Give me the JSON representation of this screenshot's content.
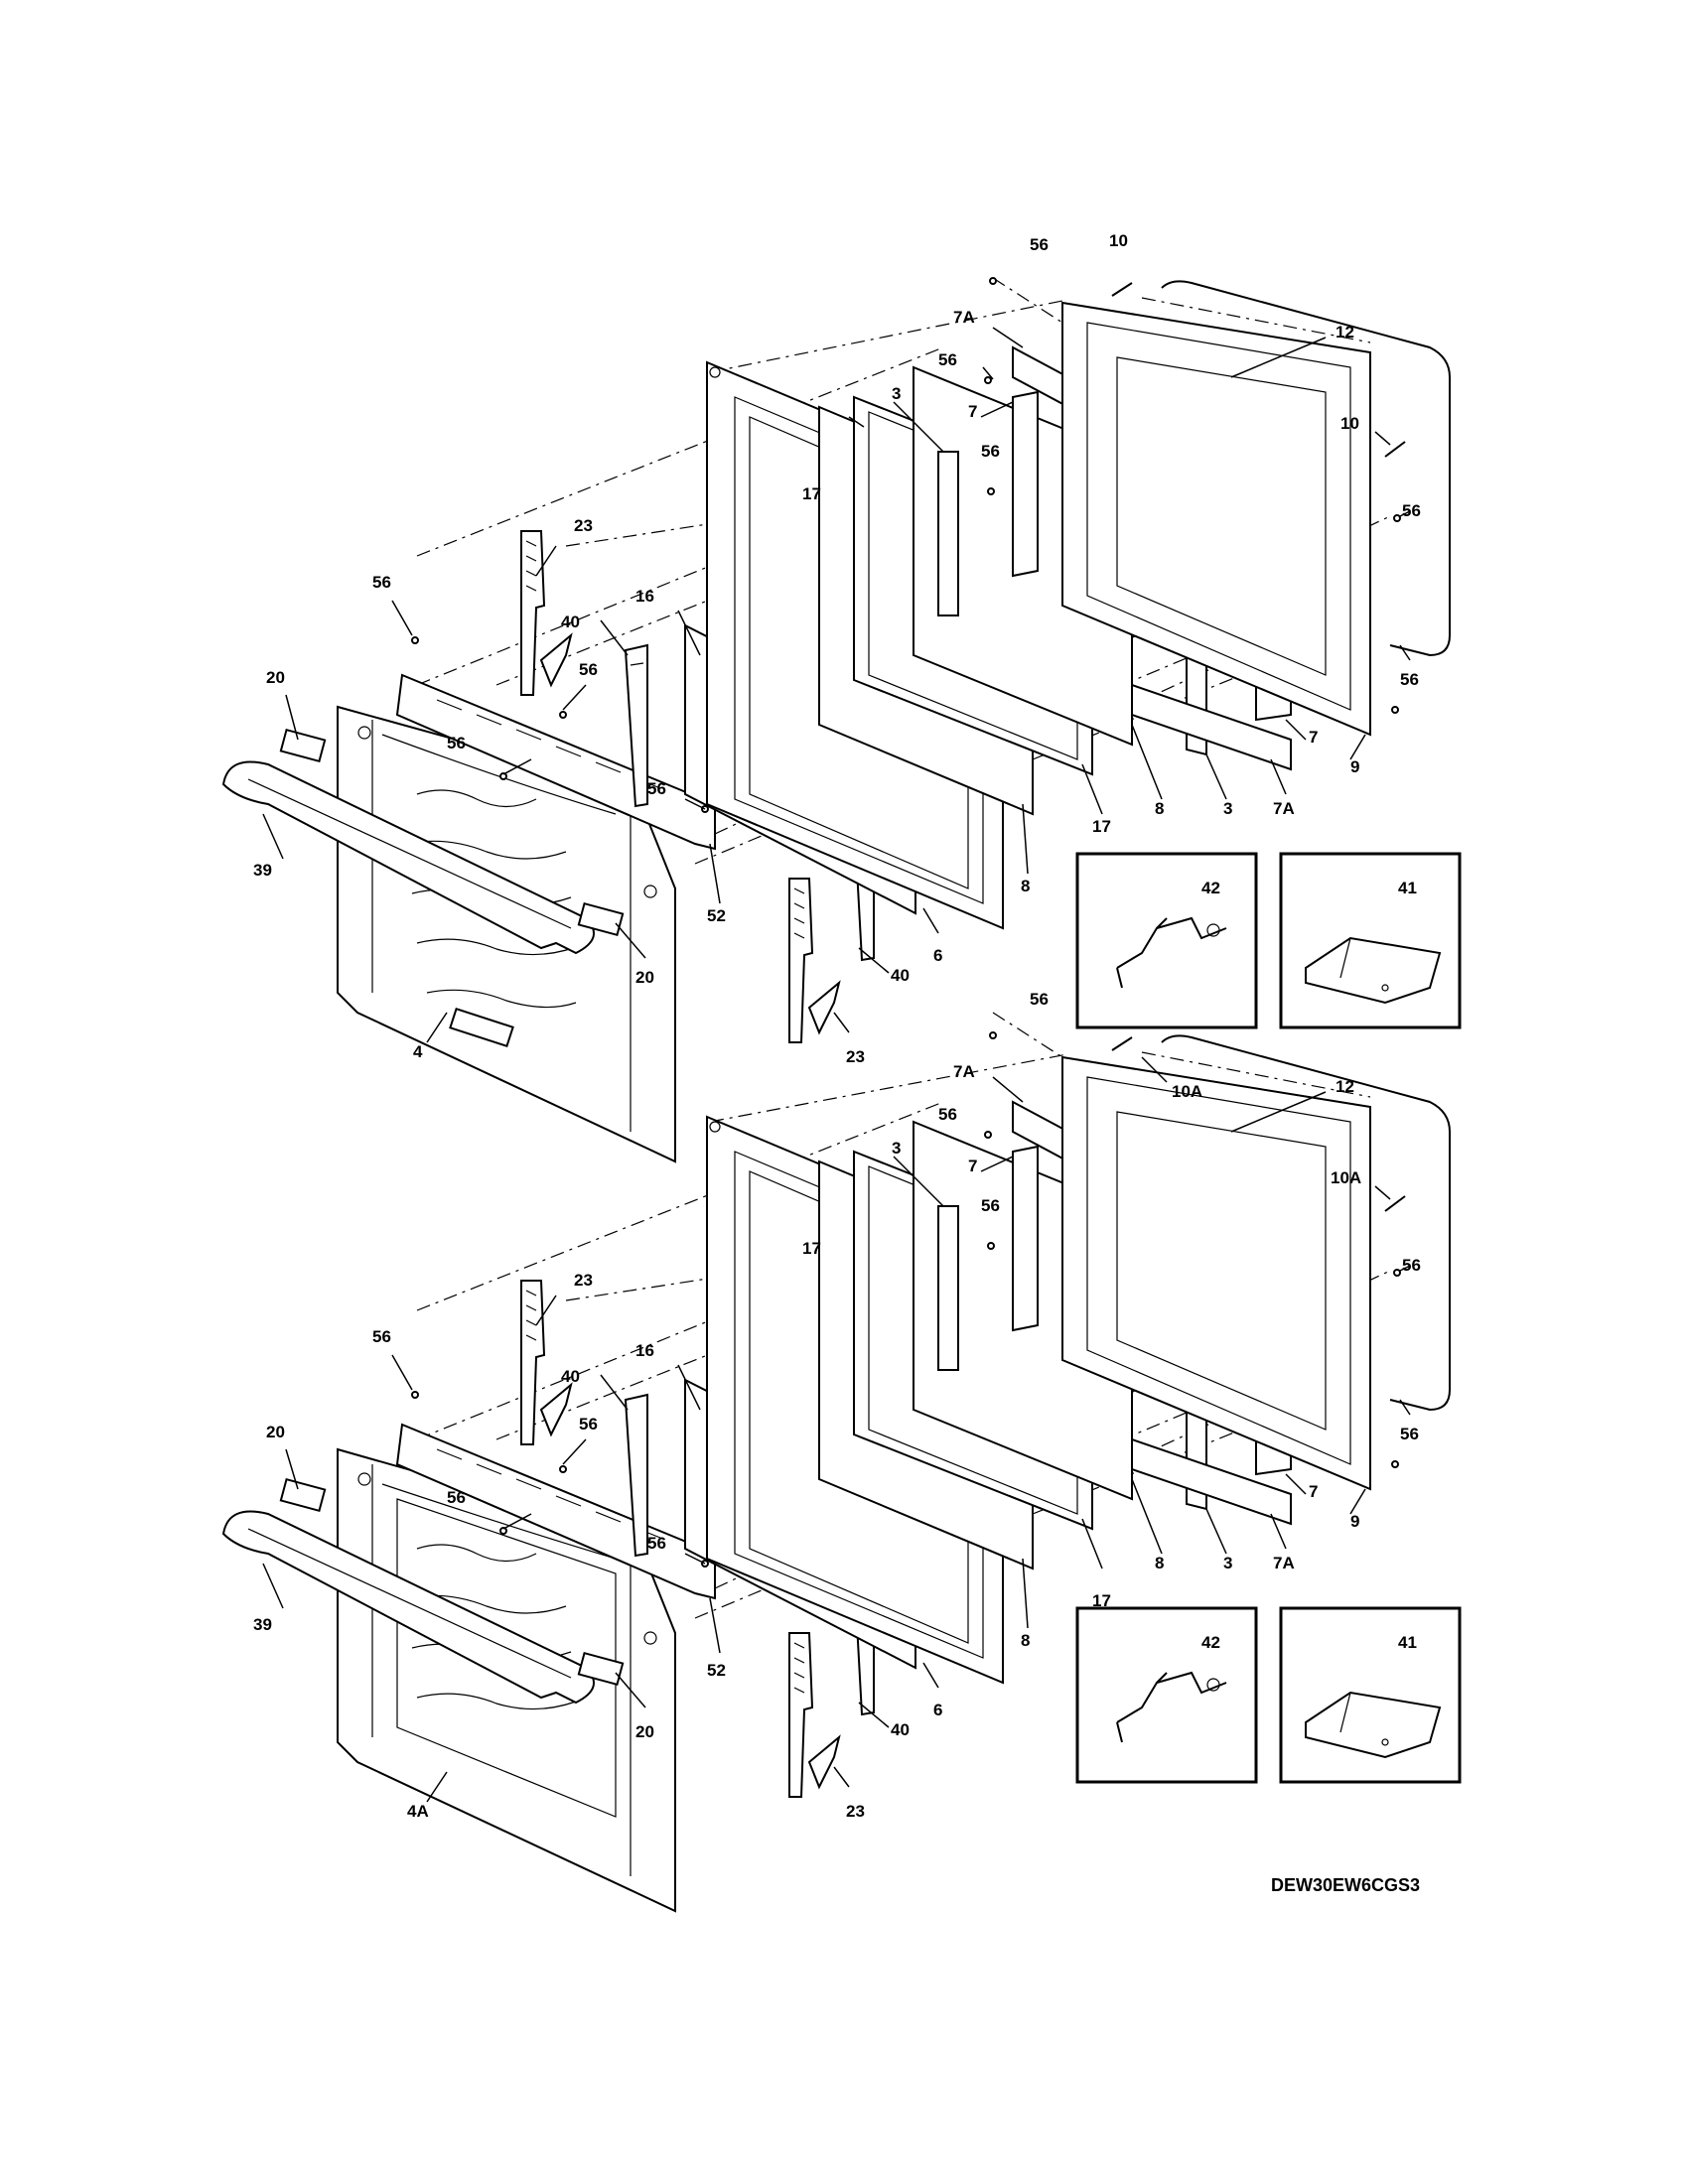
{
  "drawing": {
    "model_code": "DEW30EW6CGS3"
  },
  "upper_door": {
    "callouts": [
      {
        "id": "u-56-top",
        "label": "56"
      },
      {
        "id": "u-10-top",
        "label": "10"
      },
      {
        "id": "u-7a-top",
        "label": "7A"
      },
      {
        "id": "u-12",
        "label": "12"
      },
      {
        "id": "u-56-b",
        "label": "56"
      },
      {
        "id": "u-3-left",
        "label": "3"
      },
      {
        "id": "u-7-left",
        "label": "7"
      },
      {
        "id": "u-10-right",
        "label": "10"
      },
      {
        "id": "u-56-c",
        "label": "56"
      },
      {
        "id": "u-56-right",
        "label": "56"
      },
      {
        "id": "u-17-top",
        "label": "17"
      },
      {
        "id": "u-23-top",
        "label": "23"
      },
      {
        "id": "u-56-left",
        "label": "56"
      },
      {
        "id": "u-16",
        "label": "16"
      },
      {
        "id": "u-40-top",
        "label": "40"
      },
      {
        "id": "u-56-d",
        "label": "56"
      },
      {
        "id": "u-20-left",
        "label": "20"
      },
      {
        "id": "u-56-e",
        "label": "56"
      },
      {
        "id": "u-56-f",
        "label": "56"
      },
      {
        "id": "u-56-right-low",
        "label": "56"
      },
      {
        "id": "u-7-right",
        "label": "7"
      },
      {
        "id": "u-9",
        "label": "9"
      },
      {
        "id": "u-8-a",
        "label": "8"
      },
      {
        "id": "u-3-right",
        "label": "3"
      },
      {
        "id": "u-7a-bottom",
        "label": "7A"
      },
      {
        "id": "u-17-bottom",
        "label": "17"
      },
      {
        "id": "u-8-b",
        "label": "8"
      },
      {
        "id": "u-39",
        "label": "39"
      },
      {
        "id": "u-52",
        "label": "52"
      },
      {
        "id": "u-20-right",
        "label": "20"
      },
      {
        "id": "u-40-bottom",
        "label": "40"
      },
      {
        "id": "u-6",
        "label": "6"
      },
      {
        "id": "u-23-bottom",
        "label": "23"
      },
      {
        "id": "u-4",
        "label": "4"
      }
    ],
    "inset_boxes": [
      {
        "id": "u-box-42",
        "label": "42"
      },
      {
        "id": "u-box-41",
        "label": "41"
      }
    ]
  },
  "lower_door": {
    "callouts": [
      {
        "id": "l-56-top",
        "label": "56"
      },
      {
        "id": "l-7a-top",
        "label": "7A"
      },
      {
        "id": "l-10a-top",
        "label": "10A"
      },
      {
        "id": "l-12",
        "label": "12"
      },
      {
        "id": "l-56-b",
        "label": "56"
      },
      {
        "id": "l-3-left",
        "label": "3"
      },
      {
        "id": "l-7-left",
        "label": "7"
      },
      {
        "id": "l-10a-right",
        "label": "10A"
      },
      {
        "id": "l-56-c",
        "label": "56"
      },
      {
        "id": "l-56-right",
        "label": "56"
      },
      {
        "id": "l-17-top",
        "label": "17"
      },
      {
        "id": "l-23-top",
        "label": "23"
      },
      {
        "id": "l-56-left",
        "label": "56"
      },
      {
        "id": "l-16",
        "label": "16"
      },
      {
        "id": "l-40-top",
        "label": "40"
      },
      {
        "id": "l-56-d",
        "label": "56"
      },
      {
        "id": "l-20-left",
        "label": "20"
      },
      {
        "id": "l-56-e",
        "label": "56"
      },
      {
        "id": "l-56-f",
        "label": "56"
      },
      {
        "id": "l-56-right-low",
        "label": "56"
      },
      {
        "id": "l-7-right",
        "label": "7"
      },
      {
        "id": "l-9",
        "label": "9"
      },
      {
        "id": "l-8-a",
        "label": "8"
      },
      {
        "id": "l-3-right",
        "label": "3"
      },
      {
        "id": "l-7a-bottom",
        "label": "7A"
      },
      {
        "id": "l-17-bottom",
        "label": "17"
      },
      {
        "id": "l-8-b",
        "label": "8"
      },
      {
        "id": "l-39",
        "label": "39"
      },
      {
        "id": "l-52",
        "label": "52"
      },
      {
        "id": "l-20-right",
        "label": "20"
      },
      {
        "id": "l-40-bottom",
        "label": "40"
      },
      {
        "id": "l-6",
        "label": "6"
      },
      {
        "id": "l-23-bottom",
        "label": "23"
      },
      {
        "id": "l-4a",
        "label": "4A"
      }
    ],
    "inset_boxes": [
      {
        "id": "l-box-42",
        "label": "42"
      },
      {
        "id": "l-box-41",
        "label": "41"
      }
    ]
  }
}
